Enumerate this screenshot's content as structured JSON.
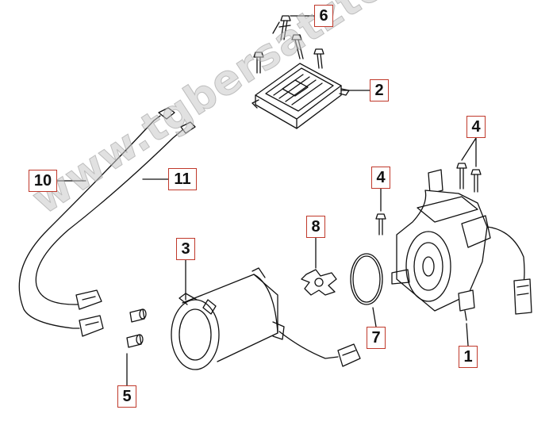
{
  "watermark": "www.tgbersatzteile.de",
  "callouts": {
    "c1": "1",
    "c2": "2",
    "c3": "3",
    "c4a": "4",
    "c4b": "4",
    "c5": "5",
    "c6": "6",
    "c7": "7",
    "c8": "8",
    "c10": "10",
    "c11": "11"
  },
  "colors": {
    "line": "#111111",
    "callout_border": "#c0392b",
    "watermark": "#c8c8c8"
  }
}
